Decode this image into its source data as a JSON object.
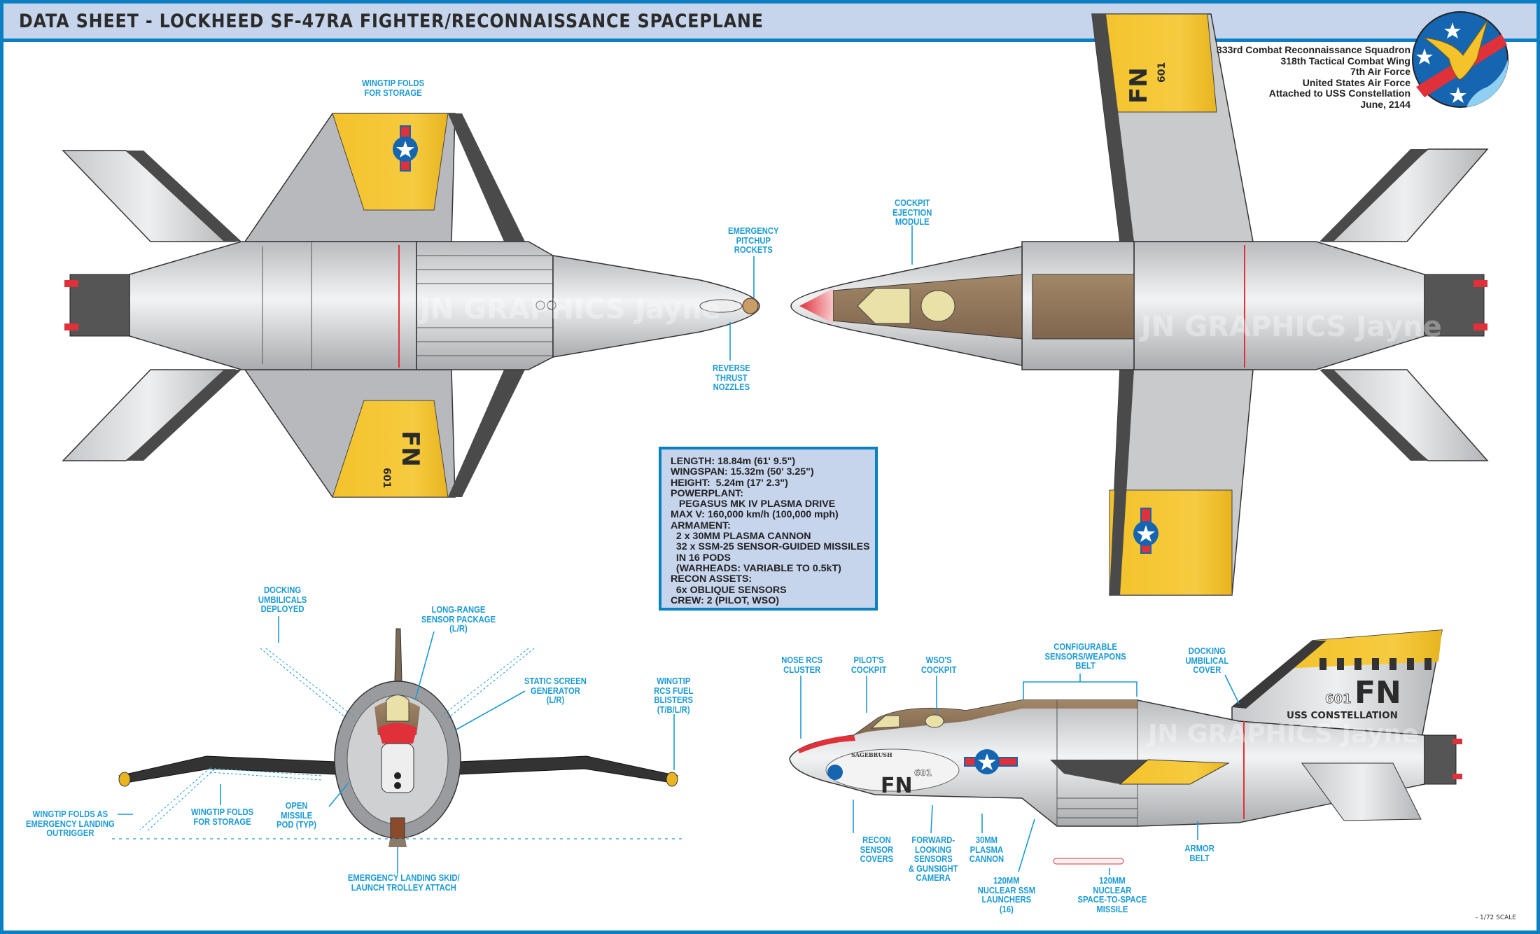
{
  "header": {
    "title": "DATA SHEET - LOCKHEED SF-47RA FIGHTER/RECONNAISSANCE SPACEPLANE"
  },
  "unit_info": [
    "333rd Combat Reconnaissance Squadron",
    "318th Tactical Combat Wing",
    "7th Air Force",
    "United States Air Force",
    "Attached to USS Constellation",
    "June, 2144"
  ],
  "emblem": {
    "name": "squadron-eagle-emblem"
  },
  "watermark": "JN GRAPHICS Jayne",
  "specs": [
    "LENGTH: 18.84m (61' 9.5\")",
    "WINGSPAN: 15.32m (50' 3.25\")",
    "HEIGHT:  5.24m (17' 2.3\")",
    "POWERPLANT:",
    "   PEGASUS MK IV PLASMA DRIVE",
    "MAX V: 160,000 km/h (100,000 mph)",
    "ARMAMENT:",
    "  2 x 30MM PLASMA CANNON",
    "  32 x SSM-25 SENSOR-GUIDED MISSILES",
    "  IN 16 PODS",
    "  (WARHEADS: VARIABLE TO 0.5kT)",
    "RECON ASSETS:",
    "  6x OBLIQUE SENSORS",
    "CREW: 2 (PILOT, WSO)"
  ],
  "markings": {
    "tail_code": "FN",
    "modex": "601",
    "ship_name": "USS CONSTELLATION",
    "nose_art_name": "SAGEBRUSH"
  },
  "callouts": {
    "top_view": {
      "wingtip_folds": "WINGTIP FOLDS\nFOR STORAGE",
      "pitchup_rockets": "EMERGENCY\nPITCHUP\nROCKETS",
      "reverse_thrust": "REVERSE\nTHRUST\nNOZZLES",
      "ejection_module": "COCKPIT\nEJECTION\nMODULE"
    },
    "front_view": {
      "docking_umbilicals": "DOCKING\nUMBILICALS\nDEPLOYED",
      "long_range_sensor": "LONG-RANGE\nSENSOR PACKAGE\n(L/R)",
      "static_screen": "STATIC SCREEN\nGENERATOR\n(L/R)",
      "rcs_blisters": "WINGTIP\nRCS FUEL\nBLISTERS\n(T/B/L/R)",
      "outrigger": "WINGTIP FOLDS AS\nEMERGENCY LANDING\nOUTRIGGER",
      "wingtip_storage": "WINGTIP FOLDS\nFOR STORAGE",
      "missile_pod": "OPEN\nMISSILE\nPOD (TYP)",
      "landing_skid": "EMERGENCY LANDING SKID/\nLAUNCH TROLLEY ATTACH"
    },
    "side_view": {
      "nose_rcs": "NOSE RCS\nCLUSTER",
      "pilot_cockpit": "PILOT'S\nCOCKPIT",
      "wso_cockpit": "WSO'S\nCOCKPIT",
      "sensor_belt": "CONFIGURABLE\nSENSORS/WEAPONS\nBELT",
      "umbilical_cover": "DOCKING\nUMBILICAL\nCOVER",
      "recon_covers": "RECON\nSENSOR\nCOVERS",
      "forward_sensors": "FORWARD-\nLOOKING\nSENSORS\n& GUNSIGHT\nCAMERA",
      "plasma_cannon": "30MM\nPLASMA\nCANNON",
      "ssm_launchers": "120MM\nNUCLEAR SSM\nLAUNCHERS\n(16)",
      "nuclear_missile": "120MM\nNUCLEAR\nSPACE-TO-SPACE\nMISSILE",
      "armor_belt": "ARMOR\nBELT"
    }
  },
  "scale_note": "- 1/72 SCALE",
  "colors": {
    "frame": "#0a7fc2",
    "header_band": "#c6d4ec",
    "callout": "#1a9ad6",
    "wing_yellow": "#f4c22b",
    "hull_silver": "#d9dadc",
    "cockpit_brown": "#8b7158",
    "roundel_blue": "#1565b0",
    "accent_red": "#e0313a"
  }
}
